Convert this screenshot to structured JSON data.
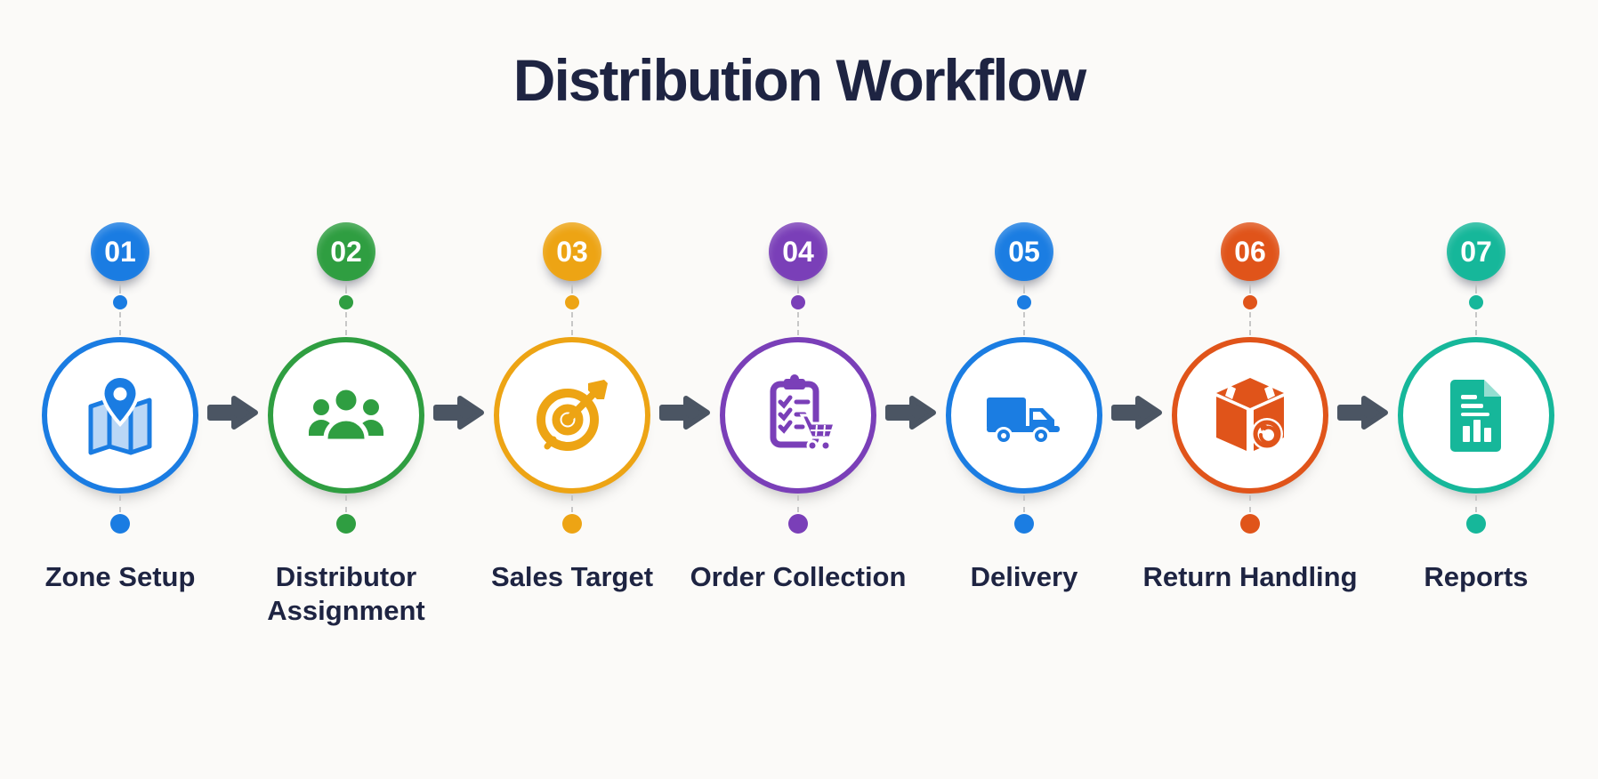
{
  "title": "Distribution Workflow",
  "colors": {
    "background": "#fbfaf8",
    "text": "#1e2442",
    "arrow": "#4b5563",
    "connector": "#c7c7c7"
  },
  "steps": [
    {
      "number": "01",
      "label": "Zone Setup",
      "color": "#1a7ce2",
      "icon": "map-location-icon"
    },
    {
      "number": "02",
      "label": "Distributor Assignment",
      "color": "#2f9e41",
      "icon": "team-icon"
    },
    {
      "number": "03",
      "label": "Sales Target",
      "color": "#eda414",
      "icon": "target-arrow-icon"
    },
    {
      "number": "04",
      "label": "Order Collection",
      "color": "#7a3fb8",
      "icon": "clipboard-cart-icon"
    },
    {
      "number": "05",
      "label": "Delivery",
      "color": "#1b7de2",
      "icon": "delivery-truck-icon"
    },
    {
      "number": "06",
      "label": "Return Handling",
      "color": "#e0541a",
      "icon": "return-box-icon"
    },
    {
      "number": "07",
      "label": "Reports",
      "color": "#16b79a",
      "icon": "report-document-icon"
    }
  ]
}
